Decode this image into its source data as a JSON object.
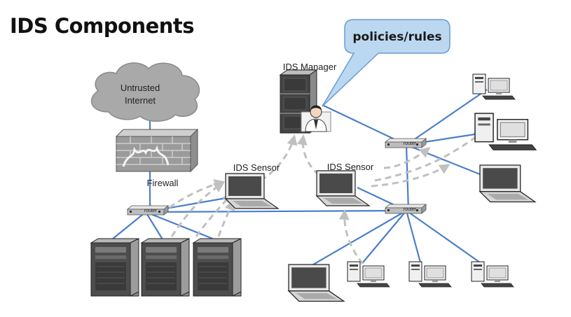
{
  "title": "IDS Components",
  "callout": "policies/rules",
  "labels": {
    "manager": "IDS Manager",
    "sensor_left": "IDS Sensor",
    "sensor_right": "IDS Sensor",
    "firewall": "Firewall",
    "internet_line1": "Untrusted",
    "internet_line2": "Internet",
    "router": "router"
  },
  "colors": {
    "link": "#4a7fc9",
    "callout_fill": "#bcd8f1",
    "callout_stroke": "#6a9bd0",
    "flow_arrow": "#bdbdbd",
    "cloud": "#a8a8a8"
  },
  "icons": [
    "cloud-icon",
    "firewall-icon",
    "router-icon",
    "server-icon",
    "laptop-icon",
    "desktop-icon",
    "user-icon"
  ]
}
